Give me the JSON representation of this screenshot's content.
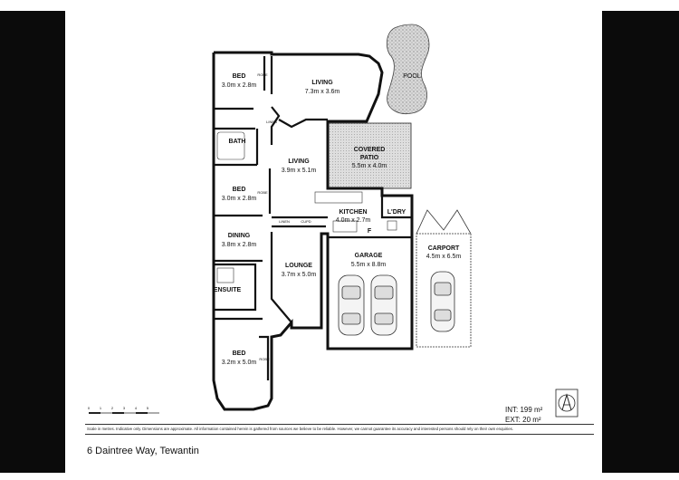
{
  "rooms": {
    "bed1": {
      "name": "BED",
      "size": "3.0m x 2.8m"
    },
    "living1": {
      "name": "LIVING",
      "size": "7.3m x 3.6m"
    },
    "pool": {
      "name": "POOL"
    },
    "bath": {
      "name": "BATH"
    },
    "covered_patio": {
      "name1": "COVERED",
      "name2": "PATIO",
      "size": "5.5m x 4.0m"
    },
    "living2": {
      "name": "LIVING",
      "size": "3.9m x 5.1m"
    },
    "bed2": {
      "name": "BED",
      "size": "3.0m x 2.8m"
    },
    "kitchen": {
      "name": "KITCHEN",
      "size": "4.0m x 2.7m"
    },
    "laundry": {
      "name": "L'DRY"
    },
    "dining": {
      "name": "DINING",
      "size": "3.8m x 2.8m"
    },
    "lounge": {
      "name": "LOUNGE",
      "size": "3.7m x 5.0m"
    },
    "garage": {
      "name": "GARAGE",
      "size": "5.5m x 8.8m"
    },
    "carport": {
      "name": "CARPORT",
      "size": "4.5m x 6.5m"
    },
    "ensuite": {
      "name": "ENSUITE"
    },
    "bed3": {
      "name": "BED",
      "size": "3.2m x 5.0m"
    }
  },
  "small_labels": {
    "robe": "ROBE",
    "linen": "LINEN",
    "cupd": "CUPD",
    "f": "F"
  },
  "scale_ticks": [
    "0",
    "1",
    "2",
    "3",
    "4",
    "5"
  ],
  "areas": {
    "internal": "INT: 199 m²",
    "external": "EXT: 20 m²"
  },
  "disclaimer": "Scale in metres. Indicative only. Dimensions are approximate. All information contained herein is gathered from sources we believe to be reliable. However, we cannot guarantee its accuracy and interested persons should rely on their own enquiries.",
  "address": "6 Daintree Way, Tewantin",
  "colors": {
    "frame_bars": "#0b0b0b",
    "patio_fill": "#dcdcdc",
    "pool_fill": "#cfcfcf",
    "walls": "#111111"
  }
}
